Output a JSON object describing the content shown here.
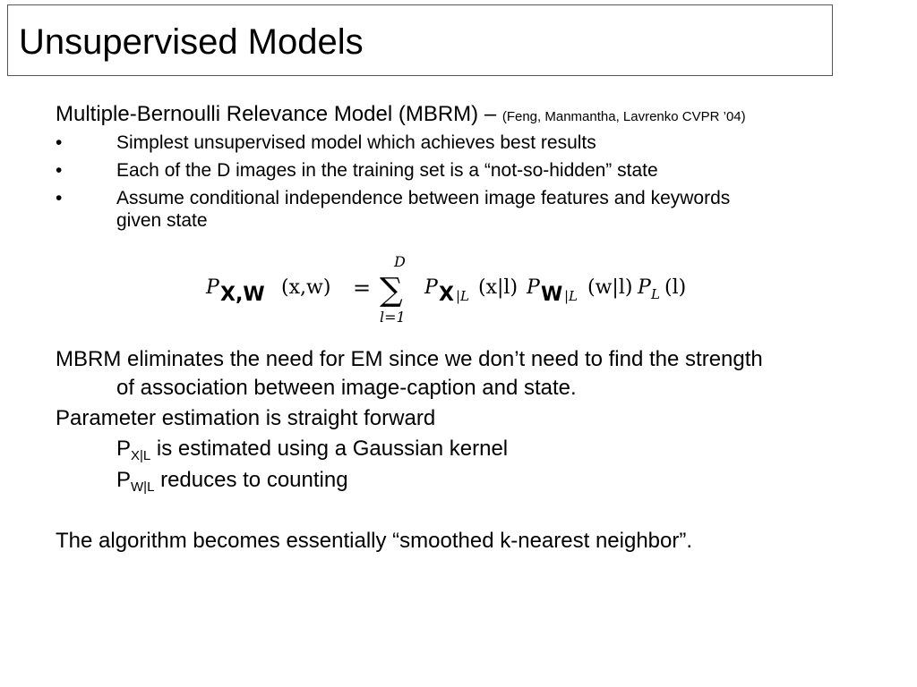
{
  "title": "Unsupervised Models",
  "intro": {
    "text": "Multiple-Bernoulli Relevance Model (MBRM) – ",
    "citation": "(Feng, Manmantha, Lavrenko CVPR ’04)"
  },
  "bullets": [
    {
      "marker": "•",
      "text": "Simplest unsupervised model which achieves best results"
    },
    {
      "marker": "•",
      "text": "Each of the D images in the training set is a “not-so-hidden” state"
    },
    {
      "marker": "•",
      "text": "Assume conditional independence between image features and keywords",
      "continuation": "given state"
    }
  ],
  "formula": {
    "lhs_p": "P",
    "lhs_sub": "X,W",
    "lhs_args": "(x,w)",
    "equals": "=",
    "sum_upper": "D",
    "sum_lower": "l=1",
    "sum_symbol": "∑",
    "t1_p": "P",
    "t1_sub_bold": "X",
    "t1_sub_rest": "|L",
    "t1_args": "(x|l)",
    "t2_p": "P",
    "t2_sub_bold": "W",
    "t2_sub_rest": "|L",
    "t2_args": "(w|l)",
    "t3_p": "P",
    "t3_sub": "L",
    "t3_args": "(l)"
  },
  "paragraphs": {
    "p1_line1": "MBRM eliminates the need for EM since we don’t need to find the strength",
    "p1_line2": "of association between image-caption and state.",
    "p2": "Parameter estimation is straight forward",
    "p3_p": "P",
    "p3_sub": "X|L",
    "p3_text": " is estimated using a Gaussian kernel",
    "p4_p": "P",
    "p4_sub": "W|L",
    "p4_text": " reduces to counting",
    "p5": "The algorithm becomes essentially “smoothed k-nearest neighbor”."
  }
}
